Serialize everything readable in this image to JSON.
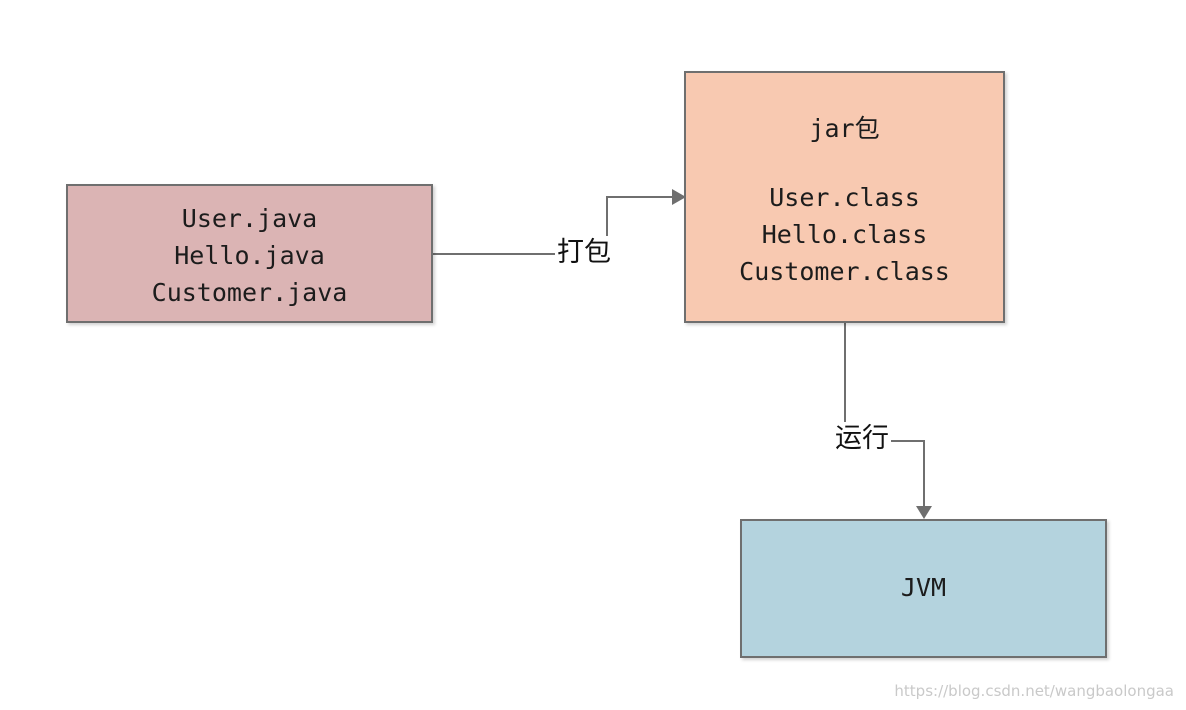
{
  "diagram": {
    "nodes": {
      "source": {
        "lines": [
          "User.java",
          "Hello.java",
          "Customer.java"
        ],
        "fill": "#dbb4b4"
      },
      "jar": {
        "title": "jar包",
        "lines": [
          "User.class",
          "Hello.class",
          "Customer.class"
        ],
        "fill": "#f8c9b1"
      },
      "jvm": {
        "label": "JVM",
        "fill": "#b4d3de"
      }
    },
    "edges": {
      "package": {
        "from": "source",
        "to": "jar",
        "label": "打包"
      },
      "run": {
        "from": "jar",
        "to": "jvm",
        "label": "运行"
      }
    },
    "stroke_color": "#6f6f6f"
  },
  "watermark": "https://blog.csdn.net/wangbaolongaa"
}
